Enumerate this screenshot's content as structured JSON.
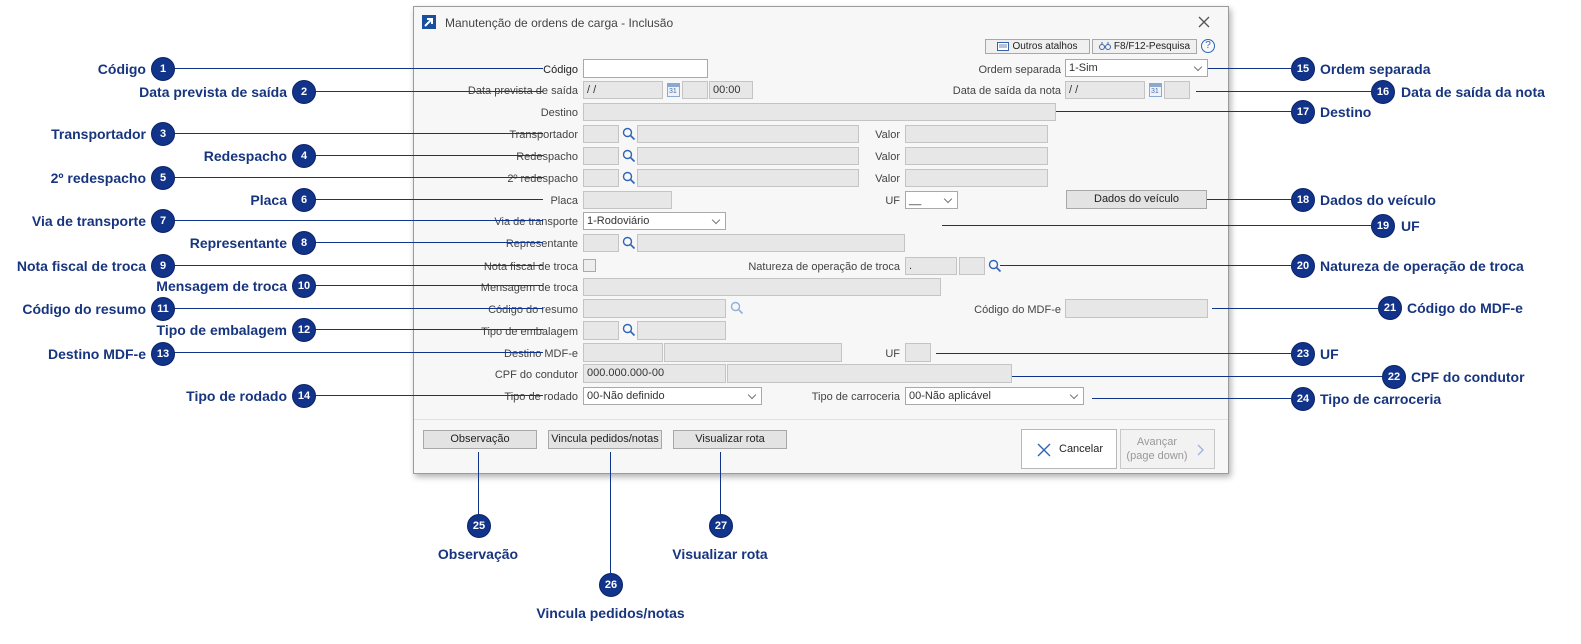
{
  "window": {
    "title": "Manutenção de ordens de carga - Inclusão",
    "shortcuts_label": "Outros atalhos",
    "search_label": "F8/F12-Pesquisa",
    "help_label": "?"
  },
  "form": {
    "codigo": {
      "label": "Código",
      "value": ""
    },
    "data_prevista": {
      "label": "Data prevista de saída",
      "date": " / /",
      "time": "00:00"
    },
    "destino": {
      "label": "Destino",
      "value": ""
    },
    "transportador": {
      "label": "Transportador",
      "valor_label": "Valor"
    },
    "redespacho": {
      "label": "Redespacho",
      "valor_label": "Valor"
    },
    "redespacho2": {
      "label": "2º redespacho",
      "valor_label": "Valor"
    },
    "placa": {
      "label": "Placa",
      "uf_label": "UF",
      "uf_value": "__"
    },
    "dados_veiculo_button": "Dados do veículo",
    "via_transporte": {
      "label": "Via de transporte",
      "value": "1-Rodoviário"
    },
    "representante": {
      "label": "Representante"
    },
    "nf_troca": {
      "label": "Nota fiscal de troca"
    },
    "natureza_troca": {
      "label": "Natureza de operação de troca",
      "value": "."
    },
    "mensagem_troca": {
      "label": "Mensagem de troca"
    },
    "codigo_resumo": {
      "label": "Código do resumo"
    },
    "codigo_mdfe": {
      "label": "Código do MDF-e"
    },
    "tipo_embalagem": {
      "label": "Tipo de embalagem"
    },
    "destino_mdfe": {
      "label": "Destino MDF-e",
      "uf_label": "UF"
    },
    "cpf_condutor": {
      "label": "CPF do condutor",
      "value": "000.000.000-00"
    },
    "tipo_rodado": {
      "label": "Tipo de rodado",
      "value": "00-Não definido"
    },
    "tipo_carroceria": {
      "label": "Tipo de carroceria",
      "value": "00-Não aplicável"
    },
    "ordem_separada": {
      "label": "Ordem separada",
      "value": "1-Sim"
    },
    "data_saida_nota": {
      "label": "Data de saída da nota",
      "date": " / /"
    }
  },
  "footer": {
    "observacao": "Observação",
    "vincula": "Vincula pedidos/notas",
    "visualizar": "Visualizar rota",
    "cancelar": "Cancelar",
    "avancar_line1": "Avançar",
    "avancar_line2": "(page down)"
  },
  "callouts": [
    {
      "n": "1",
      "label": "Código"
    },
    {
      "n": "2",
      "label": "Data prevista de saída"
    },
    {
      "n": "3",
      "label": "Transportador"
    },
    {
      "n": "4",
      "label": "Redespacho"
    },
    {
      "n": "5",
      "label": "2º redespacho"
    },
    {
      "n": "6",
      "label": "Placa"
    },
    {
      "n": "7",
      "label": "Via de transporte"
    },
    {
      "n": "8",
      "label": "Representante"
    },
    {
      "n": "9",
      "label": "Nota fiscal de troca"
    },
    {
      "n": "10",
      "label": "Mensagem de troca"
    },
    {
      "n": "11",
      "label": "Código do resumo"
    },
    {
      "n": "12",
      "label": "Tipo de embalagem"
    },
    {
      "n": "13",
      "label": "Destino MDF-e"
    },
    {
      "n": "14",
      "label": "Tipo de rodado"
    },
    {
      "n": "15",
      "label": "Ordem separada"
    },
    {
      "n": "16",
      "label": "Data de saída da nota"
    },
    {
      "n": "17",
      "label": "Destino"
    },
    {
      "n": "18",
      "label": "Dados do veículo"
    },
    {
      "n": "19",
      "label": "UF"
    },
    {
      "n": "20",
      "label": "Natureza de operação de troca"
    },
    {
      "n": "21",
      "label": "Código do MDF-e"
    },
    {
      "n": "22",
      "label": "CPF do condutor"
    },
    {
      "n": "23",
      "label": "UF"
    },
    {
      "n": "24",
      "label": "Tipo de carroceria"
    },
    {
      "n": "25",
      "label": "Observação"
    },
    {
      "n": "26",
      "label": "Vincula pedidos/notas"
    },
    {
      "n": "27",
      "label": "Visualizar rota"
    }
  ],
  "colors": {
    "callout": "#12338a",
    "callout_text": "#17357f",
    "window_icon": "#1a4f9c"
  },
  "icons": [
    "window-icon",
    "close-icon",
    "keyboard-icon",
    "binoculars-icon",
    "help-icon",
    "search-icon",
    "calendar-icon",
    "x-icon",
    "chevron-right-icon"
  ]
}
